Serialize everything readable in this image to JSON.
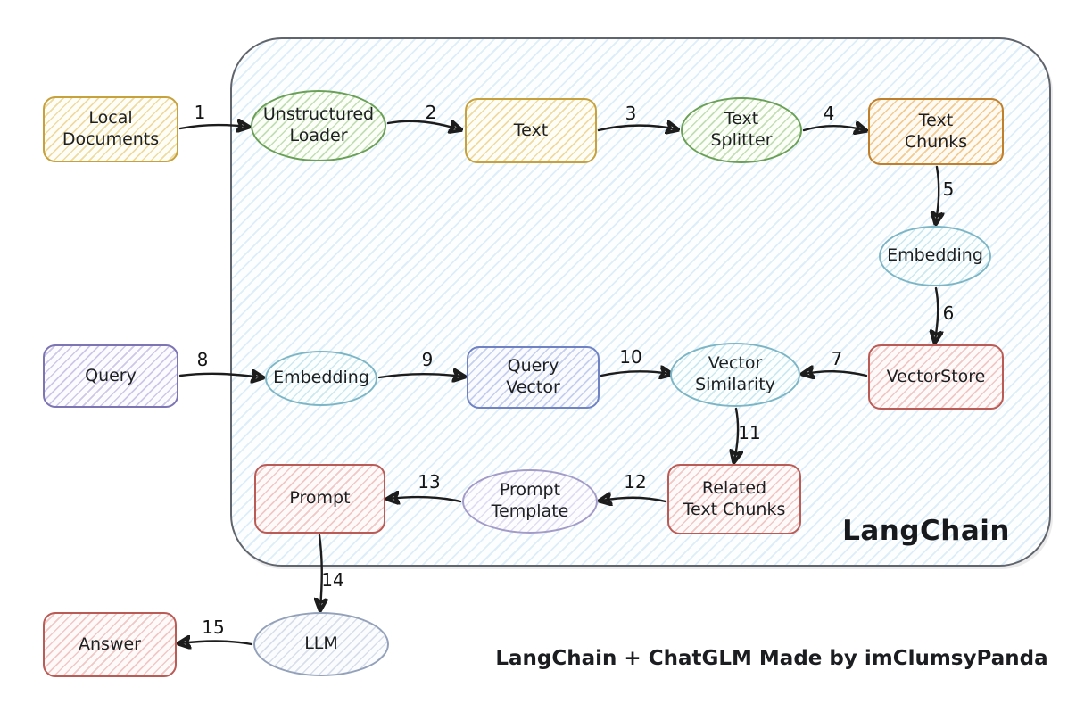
{
  "diagram": {
    "container_label": "LangChain",
    "caption": "LangChain + ChatGLM Made by imClumsyPanda"
  },
  "palette": {
    "yellow": "#c7a23c",
    "green": "#69a055",
    "orange": "#c07f2a",
    "teal": "#7cb6c6",
    "red": "#bb5b56",
    "purple": "#7d74b4",
    "blue": "#6e82c4",
    "lavender": "#a39bc8",
    "bluegray": "#93a1ba",
    "container_fill": "#e3f1fa",
    "arrow": "#1c1c1c"
  },
  "nodes": {
    "local_documents": {
      "label": "Local\nDocuments",
      "shape": "rectangle",
      "color": "#c7a23c"
    },
    "unstructured_loader": {
      "label": "Unstructured\nLoader",
      "shape": "ellipse",
      "color": "#69a055"
    },
    "text": {
      "label": "Text",
      "shape": "rectangle",
      "color": "#c7a23c"
    },
    "text_splitter": {
      "label": "Text\nSplitter",
      "shape": "ellipse",
      "color": "#69a055"
    },
    "text_chunks": {
      "label": "Text\nChunks",
      "shape": "rectangle",
      "color": "#c07f2a"
    },
    "embedding_store": {
      "label": "Embedding",
      "shape": "ellipse",
      "color": "#7cb6c6"
    },
    "vectorstore": {
      "label": "VectorStore",
      "shape": "rectangle",
      "color": "#bb5b56"
    },
    "query": {
      "label": "Query",
      "shape": "rectangle",
      "color": "#7d74b4"
    },
    "embedding_query": {
      "label": "Embedding",
      "shape": "ellipse",
      "color": "#7cb6c6"
    },
    "query_vector": {
      "label": "Query\nVector",
      "shape": "rectangle",
      "color": "#6e82c4"
    },
    "vector_similarity": {
      "label": "Vector\nSimilarity",
      "shape": "ellipse",
      "color": "#7cb6c6"
    },
    "related_text_chunks": {
      "label": "Related\nText Chunks",
      "shape": "rectangle",
      "color": "#bb5b56"
    },
    "prompt_template": {
      "label": "Prompt\nTemplate",
      "shape": "ellipse",
      "color": "#a39bc8"
    },
    "prompt": {
      "label": "Prompt",
      "shape": "rectangle",
      "color": "#bb5b56"
    },
    "llm": {
      "label": "LLM",
      "shape": "ellipse",
      "color": "#93a1ba"
    },
    "answer": {
      "label": "Answer",
      "shape": "rectangle",
      "color": "#bb5b56"
    }
  },
  "edges": {
    "e1": {
      "label": "1",
      "from": "local_documents",
      "to": "unstructured_loader"
    },
    "e2": {
      "label": "2",
      "from": "unstructured_loader",
      "to": "text"
    },
    "e3": {
      "label": "3",
      "from": "text",
      "to": "text_splitter"
    },
    "e4": {
      "label": "4",
      "from": "text_splitter",
      "to": "text_chunks"
    },
    "e5": {
      "label": "5",
      "from": "text_chunks",
      "to": "embedding_store"
    },
    "e6": {
      "label": "6",
      "from": "embedding_store",
      "to": "vectorstore"
    },
    "e7": {
      "label": "7",
      "from": "vectorstore",
      "to": "vector_similarity"
    },
    "e8": {
      "label": "8",
      "from": "query",
      "to": "embedding_query"
    },
    "e9": {
      "label": "9",
      "from": "embedding_query",
      "to": "query_vector"
    },
    "e10": {
      "label": "10",
      "from": "query_vector",
      "to": "vector_similarity"
    },
    "e11": {
      "label": "11",
      "from": "vector_similarity",
      "to": "related_text_chunks"
    },
    "e12": {
      "label": "12",
      "from": "related_text_chunks",
      "to": "prompt_template"
    },
    "e13": {
      "label": "13",
      "from": "prompt_template",
      "to": "prompt"
    },
    "e14": {
      "label": "14",
      "from": "prompt",
      "to": "llm"
    },
    "e15": {
      "label": "15",
      "from": "llm",
      "to": "answer"
    }
  }
}
